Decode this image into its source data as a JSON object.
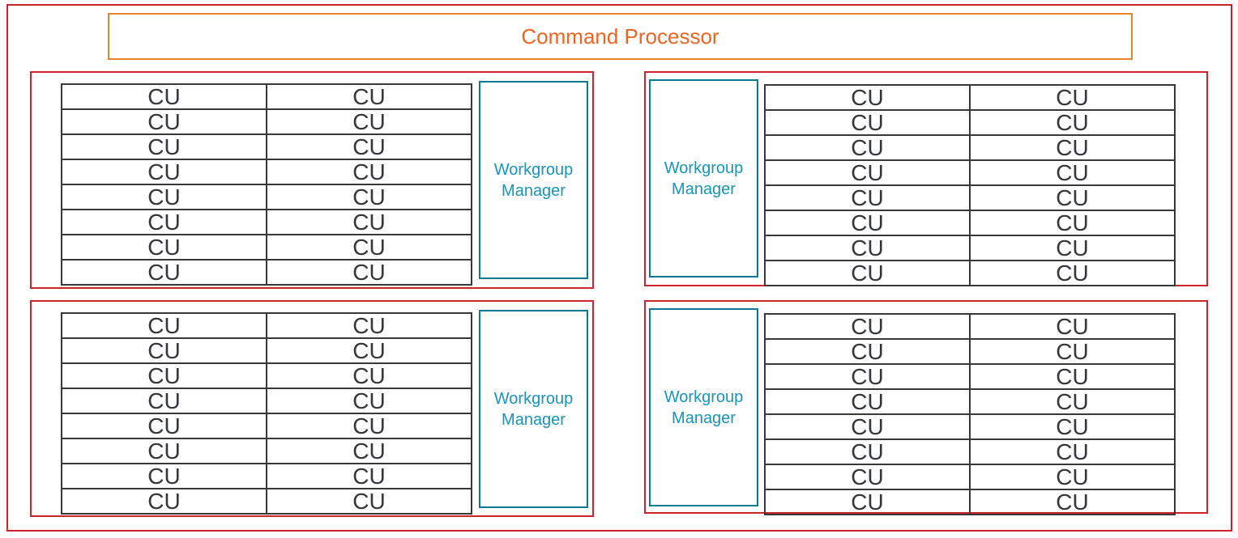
{
  "diagram": {
    "title": "Command Processor",
    "cu_label": "CU",
    "workgroup_manager_label": "Workgroup Manager",
    "engines": [
      {
        "position": "top-left",
        "manager_side": "right",
        "cu_rows": 8,
        "cu_cols": 2
      },
      {
        "position": "top-right",
        "manager_side": "left",
        "cu_rows": 8,
        "cu_cols": 2
      },
      {
        "position": "bottom-left",
        "manager_side": "right",
        "cu_rows": 8,
        "cu_cols": 2
      },
      {
        "position": "bottom-right",
        "manager_side": "left",
        "cu_rows": 8,
        "cu_cols": 2
      }
    ],
    "totals": {
      "cu_count": 64,
      "workgroup_managers": 4
    },
    "colors": {
      "outer_outline": "#d0212d",
      "command_processor_border": "#e8832c",
      "command_processor_text": "#ed6523",
      "workgroup_manager_border": "#077a93",
      "workgroup_manager_text": "#1795ba",
      "cu_cell_border": "#383838",
      "cu_text": "#33363a",
      "background": "#ffffff"
    }
  }
}
